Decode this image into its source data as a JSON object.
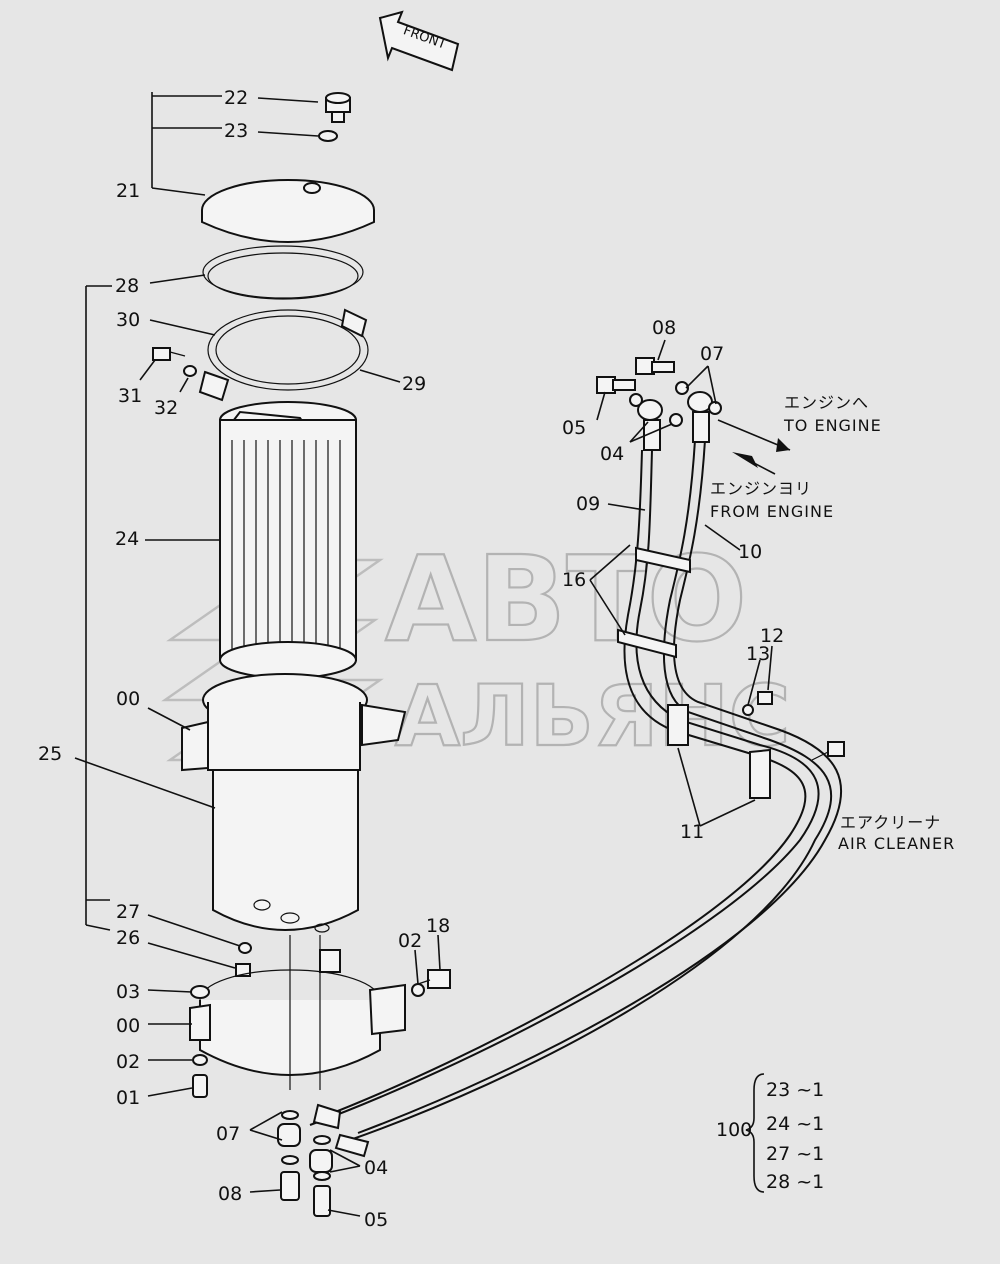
{
  "front_label": "FRONT",
  "parts": {
    "p22": "22",
    "p23": "23",
    "p21": "21",
    "p28": "28",
    "p30": "30",
    "p31": "31",
    "p32": "32",
    "p29": "29",
    "p24": "24",
    "p00a": "00",
    "p25": "25",
    "p27": "27",
    "p26": "26",
    "p03": "03",
    "p00b": "00",
    "p02a": "02",
    "p01": "01",
    "p07a": "07",
    "p08a": "08",
    "p04a": "04",
    "p05a": "05",
    "p02b": "02",
    "p18": "18",
    "p08b": "08",
    "p07b": "07",
    "p05b": "05",
    "p04b": "04",
    "p09": "09",
    "p10": "10",
    "p16": "16",
    "p13": "13",
    "p12": "12",
    "p11": "11"
  },
  "captions": {
    "to_engine_jp": "エンジンへ",
    "to_engine_en": "TO ENGINE",
    "from_engine_jp": "エンジンヨリ",
    "from_engine_en": "FROM ENGINE",
    "air_cleaner_jp": "エアクリーナ",
    "air_cleaner_en": "AIR CLEANER"
  },
  "kit": {
    "number": "100",
    "items": [
      "23 ~1",
      "24 ~1",
      "27 ~1",
      "28 ~1"
    ]
  },
  "watermark": {
    "line1": "АВТО",
    "line2": "АЛЬЯНС"
  }
}
